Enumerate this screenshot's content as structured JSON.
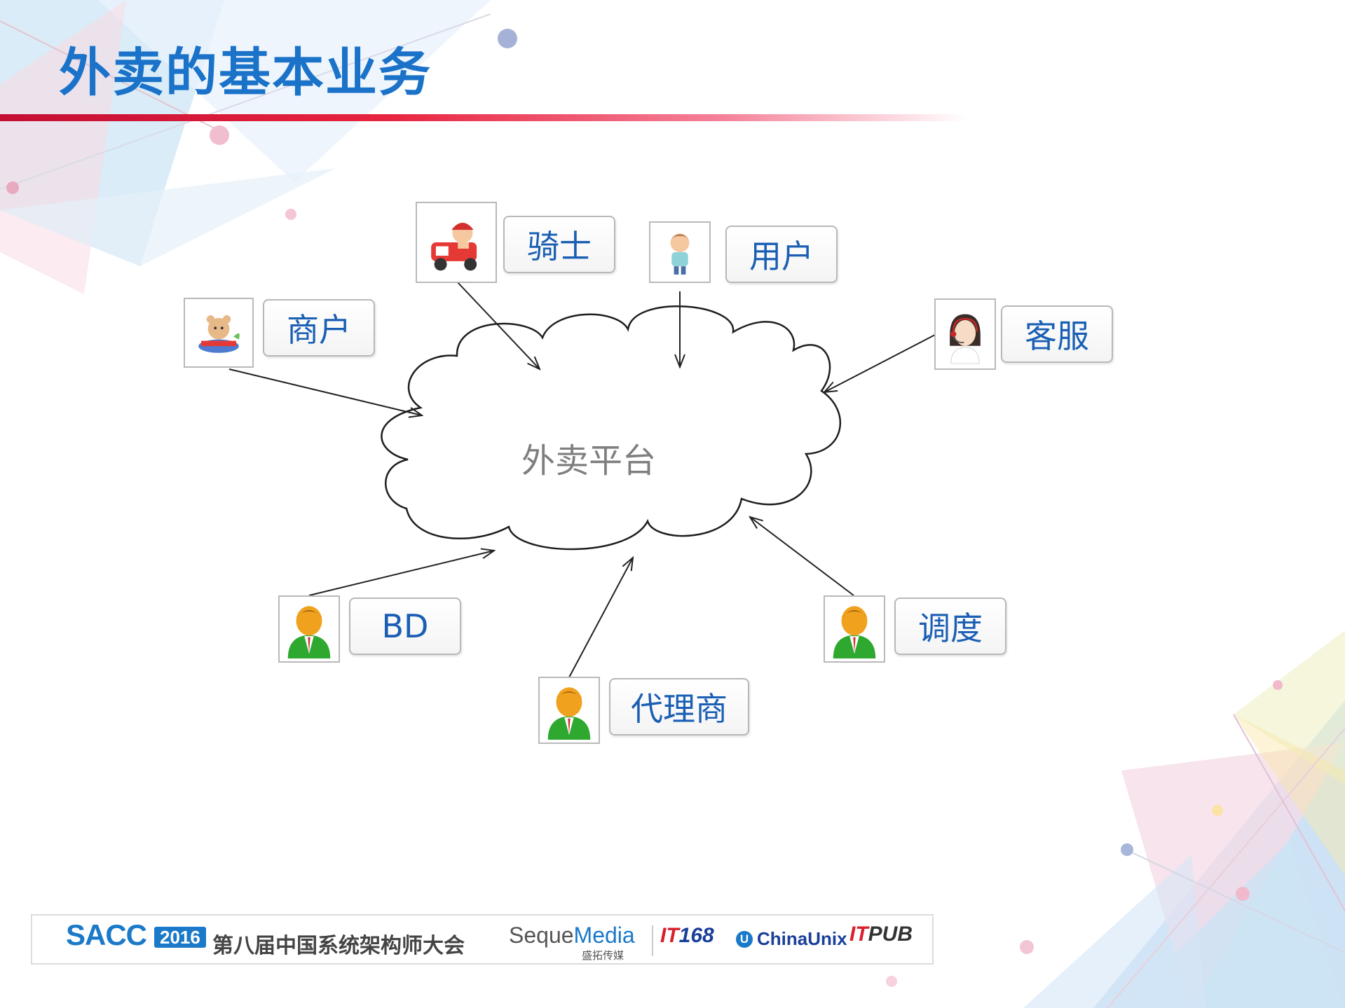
{
  "slide": {
    "title": "外卖的基本业务"
  },
  "diagram": {
    "center": "外卖平台",
    "nodes": {
      "rider": "骑士",
      "user": "用户",
      "merchant": "商户",
      "customer_service": "客服",
      "bd": "BD",
      "dispatch": "调度",
      "agent": "代理商"
    },
    "icons": {
      "rider": "delivery-rider-icon",
      "user": "user-person-icon",
      "merchant": "merchant-mascot-icon",
      "customer_service": "headset-agent-icon",
      "bd": "green-person-icon",
      "dispatch": "green-person-icon",
      "agent": "green-person-icon"
    }
  },
  "footer": {
    "sacc": "SACC",
    "year": "2016",
    "conference": "第八届中国系统架构师大会",
    "seque_a": "Seque",
    "seque_b": "Media",
    "seque_cn": "盛拓传媒",
    "it168_a": "IT",
    "it168_b": "168",
    "chinaunix_mark": "U",
    "chinaunix": "ChinaUnix",
    "itpub_a": "IT",
    "itpub_b": "PUB"
  },
  "colors": {
    "title": "#1a72c9",
    "label_text": "#1a5fb4",
    "accent_red": "#e8243f"
  }
}
